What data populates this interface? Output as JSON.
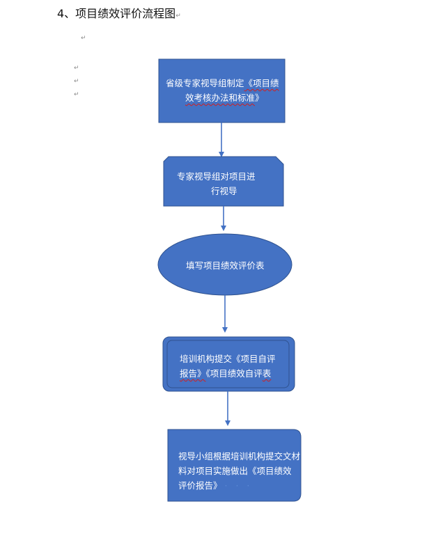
{
  "document": {
    "heading": "4、项目绩效评价流程图",
    "heading_mark": "↵",
    "empty_paragraph_mark": "↵"
  },
  "flowchart": {
    "node_fill": "#4472C4",
    "node_stroke": "#2F528F",
    "arrow_color": "#4472C4",
    "nodes": [
      {
        "shape": "rectangle",
        "line1_a": "省级专家视导组制定",
        "line1_b": "《项目绩",
        "line2_a": "效考核办法和标准",
        "line2_b": "》"
      },
      {
        "shape": "snipped-rectangle",
        "line1": "专家视导组对项目进",
        "line2": "行视导"
      },
      {
        "shape": "ellipse",
        "line1": "填写项目绩效评价表"
      },
      {
        "shape": "double-rounded-rectangle",
        "line1": "培训机构提交《项目自评",
        "line2_a": "报告》",
        "line2_b": "《项目绩效自评",
        "line2_c": "表"
      },
      {
        "shape": "rounded-corner-rectangle",
        "line1": "视导小组根据培训机构提交文材",
        "line2": "料对项目实施做出《项目绩效",
        "line3": "评价报告》",
        "trailing": "· · ·"
      }
    ]
  }
}
